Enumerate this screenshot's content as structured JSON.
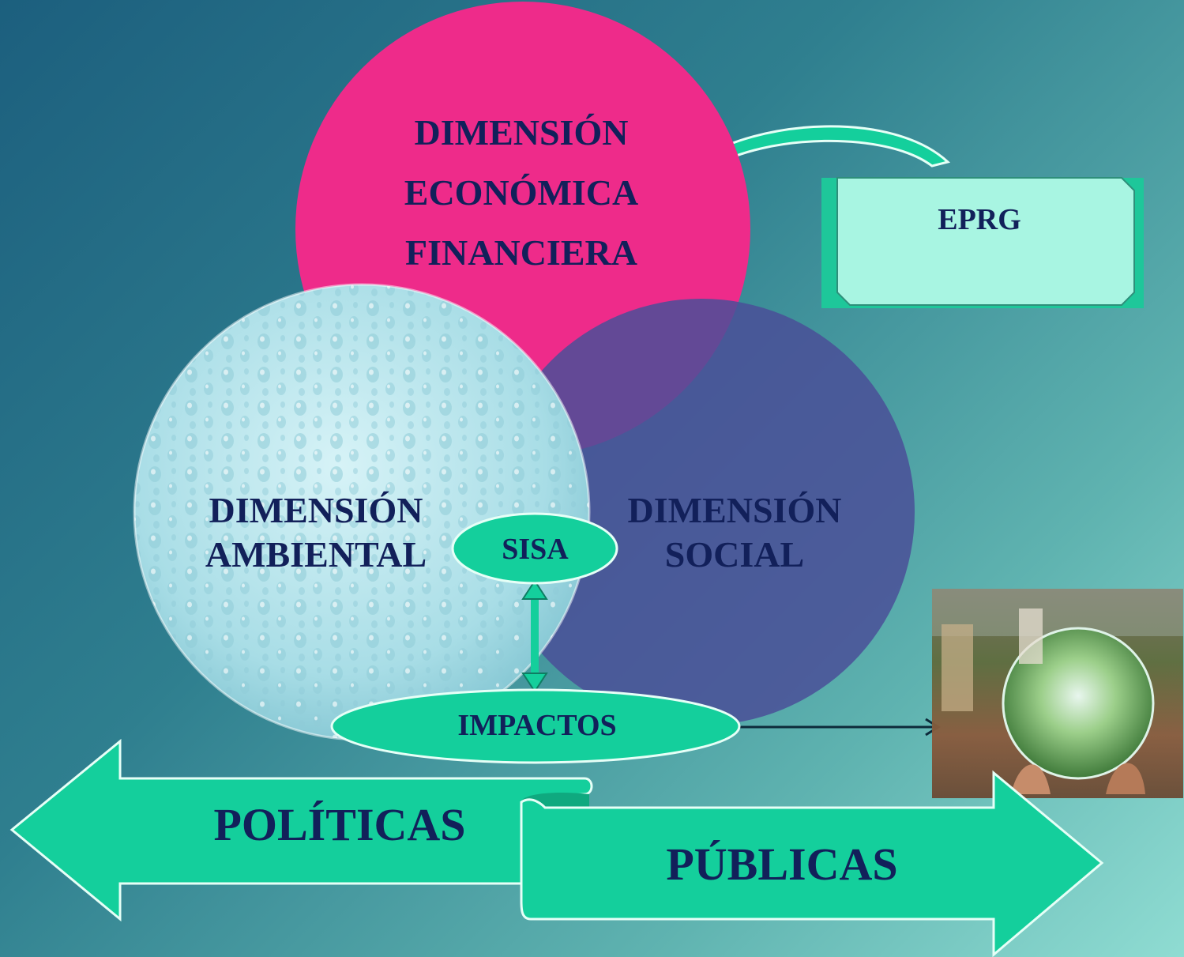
{
  "circles": {
    "economica": {
      "lines": [
        "DIMENSIÓN",
        "ECONÓMICA",
        "FINANCIERA"
      ],
      "color": "#ee2b8a"
    },
    "ambiental": {
      "lines": [
        "DIMENSIÓN",
        "AMBIENTAL"
      ],
      "color": "#a9e0e6"
    },
    "social": {
      "lines": [
        "DIMENSIÓN",
        "SOCIAL"
      ],
      "color": "#5b5ea0"
    }
  },
  "eprg": {
    "label": "EPRG"
  },
  "sisa": {
    "label": "SISA"
  },
  "impactos": {
    "label": "IMPACTOS"
  },
  "arrows": {
    "left_label": "POLÍTICAS",
    "right_label": "PÚBLICAS",
    "color": "#14cf9c"
  },
  "colors": {
    "text": "#12205a",
    "accent": "#14cf9c"
  }
}
